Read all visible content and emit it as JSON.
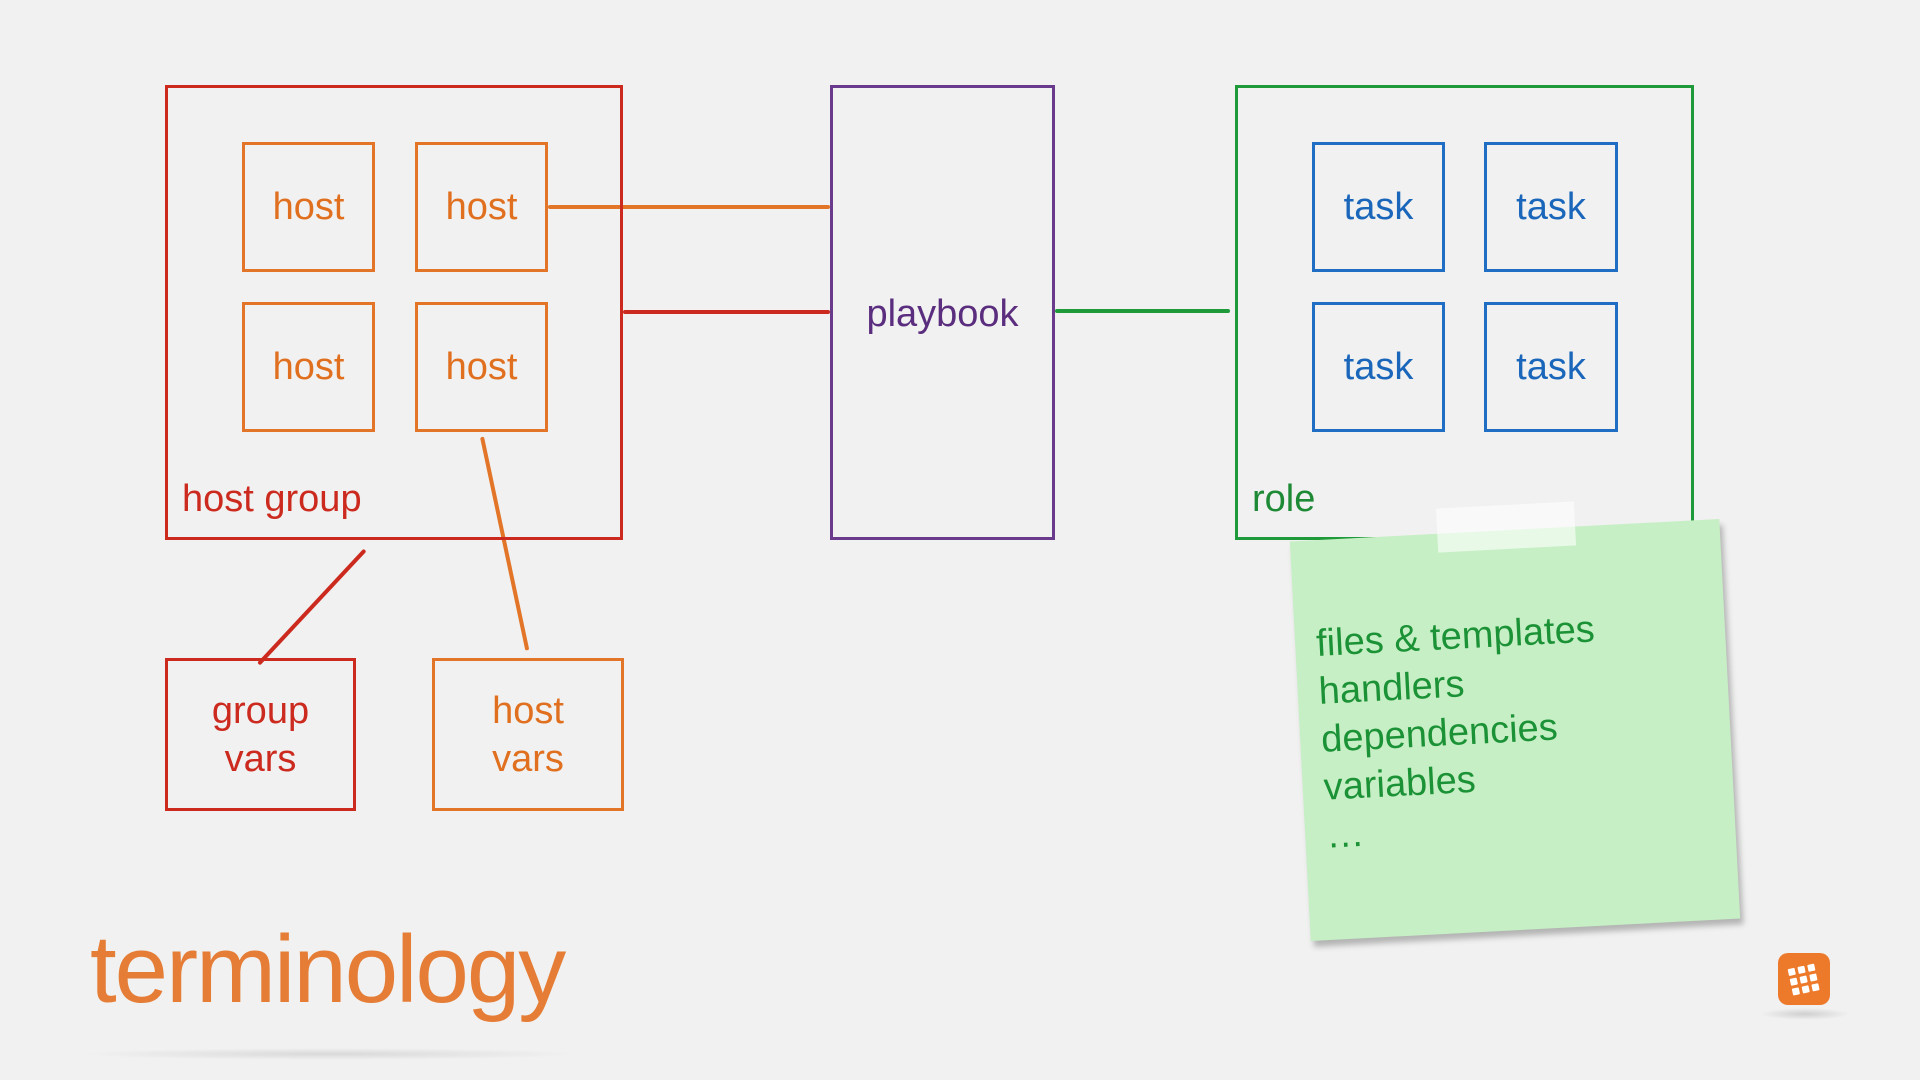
{
  "colors": {
    "host": "#e27528",
    "host_group": "#cc2a1e",
    "playbook": "#6a3a8c",
    "role": "#1f9a3a",
    "task": "#1f6ec4",
    "note_bg": "#c7efc5",
    "note_text": "#1c9237",
    "title": "#e57d36"
  },
  "host_group": {
    "label": "host group",
    "hosts": [
      "host",
      "host",
      "host",
      "host"
    ]
  },
  "group_vars": {
    "label": "group\nvars"
  },
  "host_vars": {
    "label": "host\nvars"
  },
  "playbook": {
    "label": "playbook"
  },
  "role": {
    "label": "role",
    "tasks": [
      "task",
      "task",
      "task",
      "task"
    ]
  },
  "note": {
    "items": [
      "files & templates",
      "handlers",
      "dependencies",
      "variables",
      "…"
    ]
  },
  "title": "terminology",
  "logo": {
    "icon": "grid-logo-icon"
  }
}
